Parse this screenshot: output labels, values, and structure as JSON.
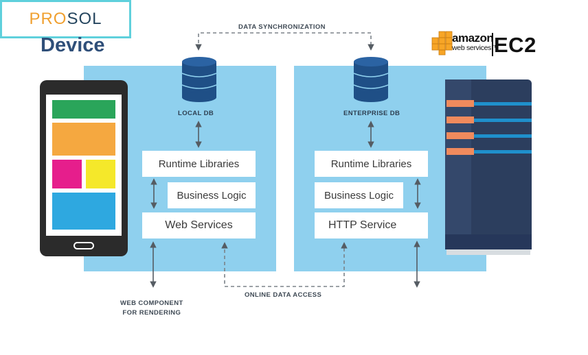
{
  "header": {
    "device_title": "Device",
    "amazon": "amazon",
    "web_services": "web services™",
    "ec2": "EC2"
  },
  "captions": {
    "data_sync": "DATA SYNCHRONIZATION",
    "local_db": "LOCAL DB",
    "enterprise_db": "ENTERPRISE DB",
    "online_data_access": "ONLINE DATA ACCESS",
    "web_component_line1": "WEB COMPONENT",
    "web_component_line2": "FOR RENDERING"
  },
  "device_stack": {
    "runtime": "Runtime Libraries",
    "business": "Business Logic",
    "web_services": "Web Services"
  },
  "server_stack": {
    "runtime": "Runtime Libraries",
    "business": "Business Logic",
    "http": "HTTP Service"
  },
  "prosol": {
    "pro": "PRO",
    "sol": "SOL"
  },
  "colors": {
    "panel": "#8fd0ee",
    "db": "#1f4f86",
    "phone_body": "#2b2b2b",
    "tile_green": "#2aa55a",
    "tile_orange": "#f5a840",
    "tile_pink": "#e61e8c",
    "tile_yellow": "#f5e82a",
    "tile_blue": "#2ea8e0",
    "server_body": "#2c3e5e",
    "server_orange": "#f08a5d",
    "server_lines": "#1f90cc",
    "prosol_border": "#5fd0dc"
  }
}
